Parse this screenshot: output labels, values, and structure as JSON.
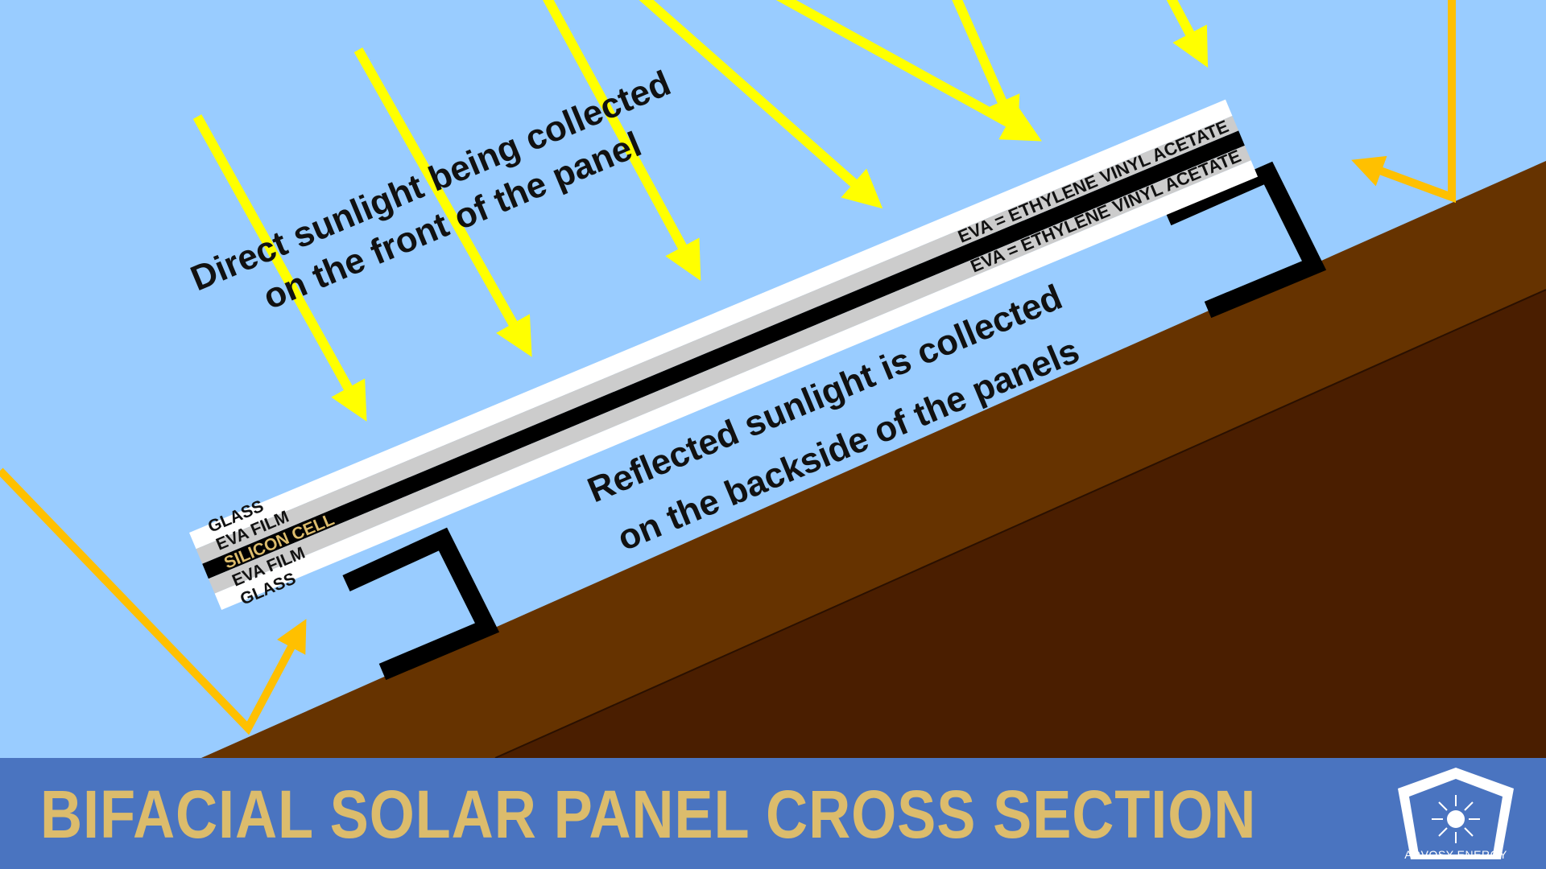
{
  "front_caption": {
    "line1": "Direct sunlight being collected",
    "line2": "on the front of the panel"
  },
  "back_caption": {
    "line1": "Reflected sunlight is collected",
    "line2": "on the backside of the panels"
  },
  "eva_notes": [
    "EVA = ETHYLENE VINYL ACETATE",
    "EVA = ETHYLENE VINYL ACETATE"
  ],
  "layers": [
    {
      "label": "GLASS",
      "color": "#ffffff",
      "text_color": "#111111"
    },
    {
      "label": "EVA FILM",
      "color": "#cccccc",
      "text_color": "#111111"
    },
    {
      "label": "SILICON CELL",
      "color": "#000000",
      "text_color": "#dcbc6c"
    },
    {
      "label": "EVA FILM",
      "color": "#cccccc",
      "text_color": "#111111"
    },
    {
      "label": "GLASS",
      "color": "#ffffff",
      "text_color": "#111111"
    }
  ],
  "footer": {
    "title": "BIFACIAL SOLAR PANEL CROSS SECTION",
    "brand": "ADVOSY ENERGY"
  },
  "colors": {
    "sky": "#99ccff",
    "sunlight": "#ffff00",
    "reflected_light": "#ffc000",
    "ground_top": "#663300",
    "ground_bottom": "#4a1e00",
    "footer_bar": "#4a74c0",
    "title_gold": "#dcbc6c"
  }
}
